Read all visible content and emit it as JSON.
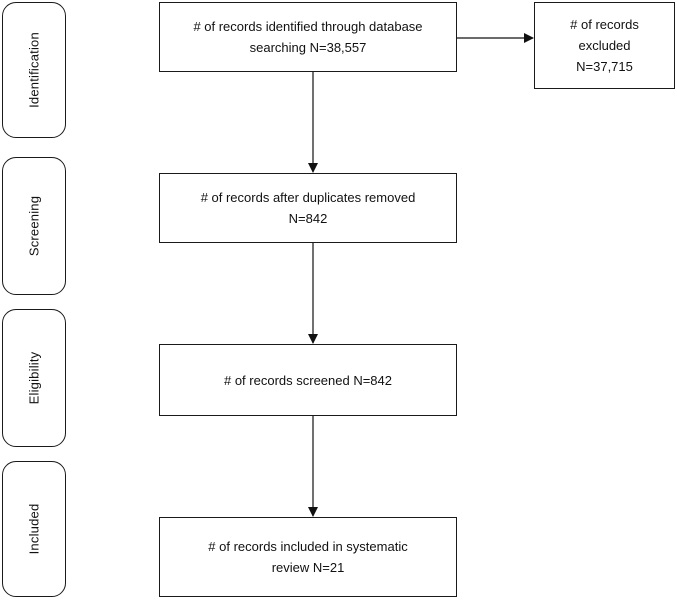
{
  "stages": [
    {
      "id": "identification",
      "label": "Identification"
    },
    {
      "id": "screening",
      "label": "Screening"
    },
    {
      "id": "eligibility",
      "label": "Eligibility"
    },
    {
      "id": "included",
      "label": "Included"
    }
  ],
  "boxes": {
    "identified": {
      "line1": "# of records identified through database",
      "line2": "searching N=38,557"
    },
    "excluded": {
      "line1": "# of records",
      "line2": "excluded",
      "line3": "N=37,715"
    },
    "duplicates_removed": {
      "line1": "# of records after duplicates removed",
      "line2": "N=842"
    },
    "screened": {
      "line1": "# of records screened N=842"
    },
    "included": {
      "line1": "# of records included in systematic",
      "line2": "review N=21"
    }
  }
}
